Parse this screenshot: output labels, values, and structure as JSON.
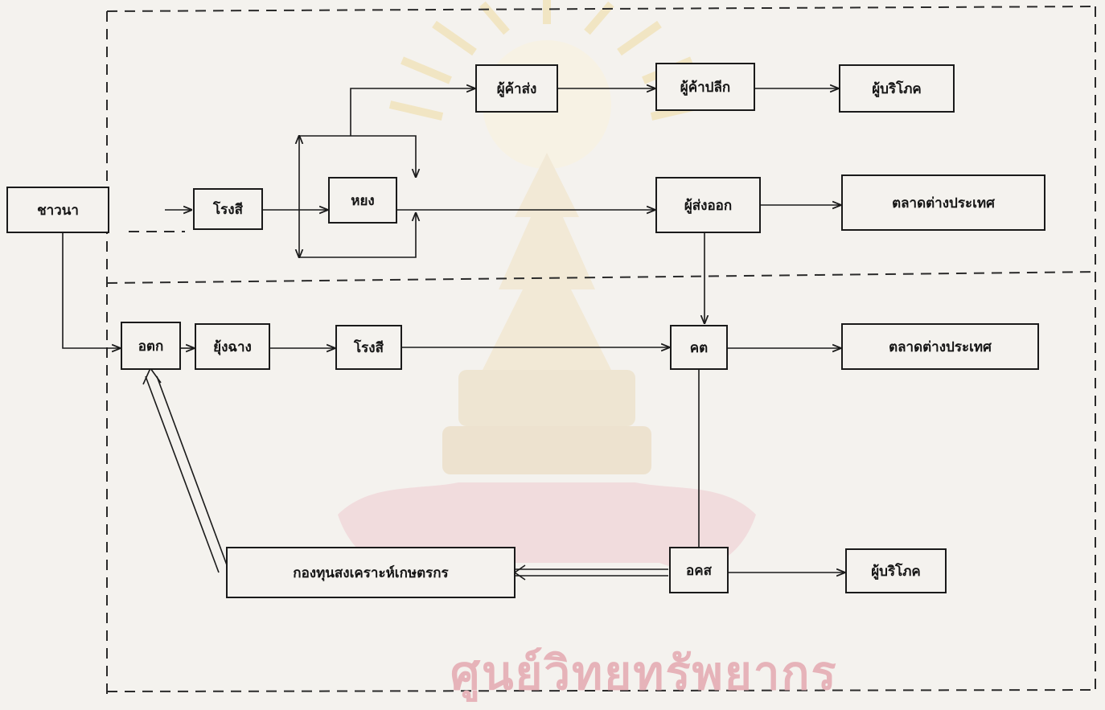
{
  "nodes": {
    "farmers": "ชาวนา",
    "rice_mill_top": "โรงสี",
    "yong": "หยง",
    "wholesaler": "ผู้ค้าส่ง",
    "retailer": "ผู้ค้าปลีก",
    "consumer_top": "ผู้บริโภค",
    "exporter": "ผู้ส่งออก",
    "foreign_market_top": "ตลาดต่างประเทศ",
    "ortok": "อตก",
    "granary": "ยุ้งฉาง",
    "rice_mill_bottom": "โรงสี",
    "khot": "คต",
    "foreign_market_bottom": "ตลาดต่างประเทศ",
    "fund": "กองทุนสงเคราะห์เกษตรกร",
    "orkhoso": "อคส",
    "consumer_bottom": "ผู้บริโภค"
  },
  "watermark": {
    "emblem_icon": "phra-kiao-crest-icon",
    "text": "ศูนย์วิทยทรัพยากร",
    "color": "#e6b3b9"
  }
}
